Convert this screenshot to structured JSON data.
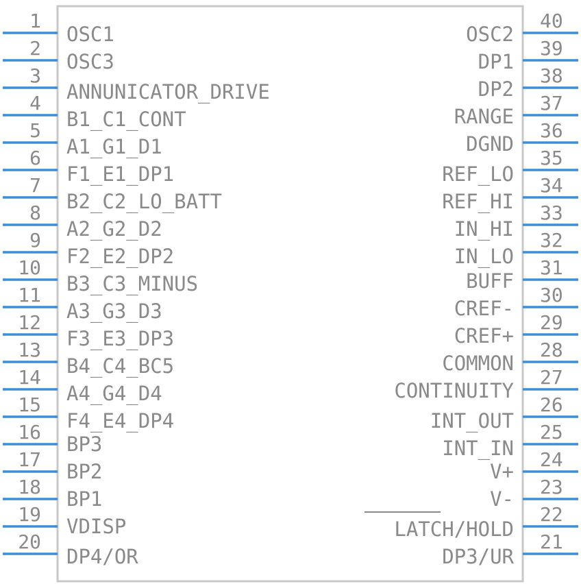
{
  "colors": {
    "body_stroke": "#c8c8c8",
    "pin": "#3d8ddc",
    "text": "#8a8a8a"
  },
  "left_pins": [
    {
      "num": "1",
      "label": "OSC1"
    },
    {
      "num": "2",
      "label": "OSC3"
    },
    {
      "num": "3",
      "label": "ANNUNICATOR_DRIVE"
    },
    {
      "num": "4",
      "label": "B1_C1_CONT"
    },
    {
      "num": "5",
      "label": "A1_G1_D1"
    },
    {
      "num": "6",
      "label": "F1_E1_DP1"
    },
    {
      "num": "7",
      "label": "B2_C2_LO_BATT"
    },
    {
      "num": "8",
      "label": "A2_G2_D2"
    },
    {
      "num": "9",
      "label": "F2_E2_DP2"
    },
    {
      "num": "10",
      "label": "B3_C3_MINUS"
    },
    {
      "num": "11",
      "label": "A3_G3_D3"
    },
    {
      "num": "12",
      "label": "F3_E3_DP3"
    },
    {
      "num": "13",
      "label": "B4_C4_BC5"
    },
    {
      "num": "14",
      "label": "A4_G4_D4"
    },
    {
      "num": "15",
      "label": "F4_E4_DP4"
    },
    {
      "num": "16",
      "label": "BP3"
    },
    {
      "num": "17",
      "label": "BP2"
    },
    {
      "num": "18",
      "label": "BP1"
    },
    {
      "num": "19",
      "label": "VDISP"
    },
    {
      "num": "20",
      "label": "DP4/OR"
    }
  ],
  "right_pins": [
    {
      "num": "40",
      "label": "OSC2"
    },
    {
      "num": "39",
      "label": "DP1"
    },
    {
      "num": "38",
      "label": "DP2"
    },
    {
      "num": "37",
      "label": "RANGE"
    },
    {
      "num": "36",
      "label": "DGND"
    },
    {
      "num": "35",
      "label": "REF_LO"
    },
    {
      "num": "34",
      "label": "REF_HI"
    },
    {
      "num": "33",
      "label": "IN_HI"
    },
    {
      "num": "32",
      "label": "IN_LO"
    },
    {
      "num": "31",
      "label": "BUFF"
    },
    {
      "num": "30",
      "label": "CREF-"
    },
    {
      "num": "29",
      "label": "CREF+"
    },
    {
      "num": "28",
      "label": "COMMON"
    },
    {
      "num": "27",
      "label": "CONTINUITY"
    },
    {
      "num": "26",
      "label": "INT_OUT"
    },
    {
      "num": "25",
      "label": "INT_IN"
    },
    {
      "num": "24",
      "label": "V+"
    },
    {
      "num": "23",
      "label": "V-"
    },
    {
      "num": "22",
      "label": ""
    },
    {
      "num": "21",
      "label": "DP3/UR"
    }
  ],
  "extra_labels": [
    {
      "label": "LATCH/HOLD"
    }
  ]
}
